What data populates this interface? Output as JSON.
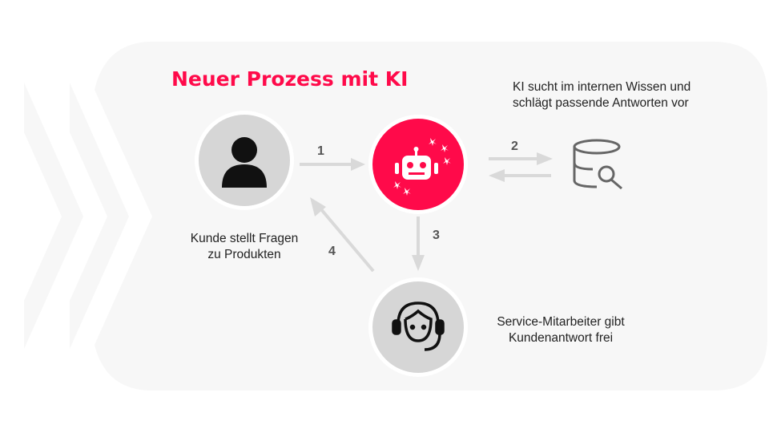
{
  "title": "Neuer Prozess mit KI",
  "nodes": {
    "customer": {
      "label_line1": "Kunde stellt Fragen",
      "label_line2": "zu Produkten",
      "icon": "person-icon"
    },
    "ai": {
      "label_line1": "KI sucht im internen Wissen und",
      "label_line2": "schlägt passende Antworten vor",
      "icon": "robot-icon"
    },
    "knowledge": {
      "icon": "database-search-icon"
    },
    "agent": {
      "label_line1": "Service-Mitarbeiter gibt",
      "label_line2": "Kundenantwort frei",
      "icon": "headset-agent-icon"
    }
  },
  "steps": [
    "1",
    "2",
    "3",
    "4"
  ],
  "colors": {
    "accent": "#ff0a4a",
    "panel": "#f7f7f7",
    "arrow": "#d9d9d9",
    "circle": "#d6d6d6"
  }
}
